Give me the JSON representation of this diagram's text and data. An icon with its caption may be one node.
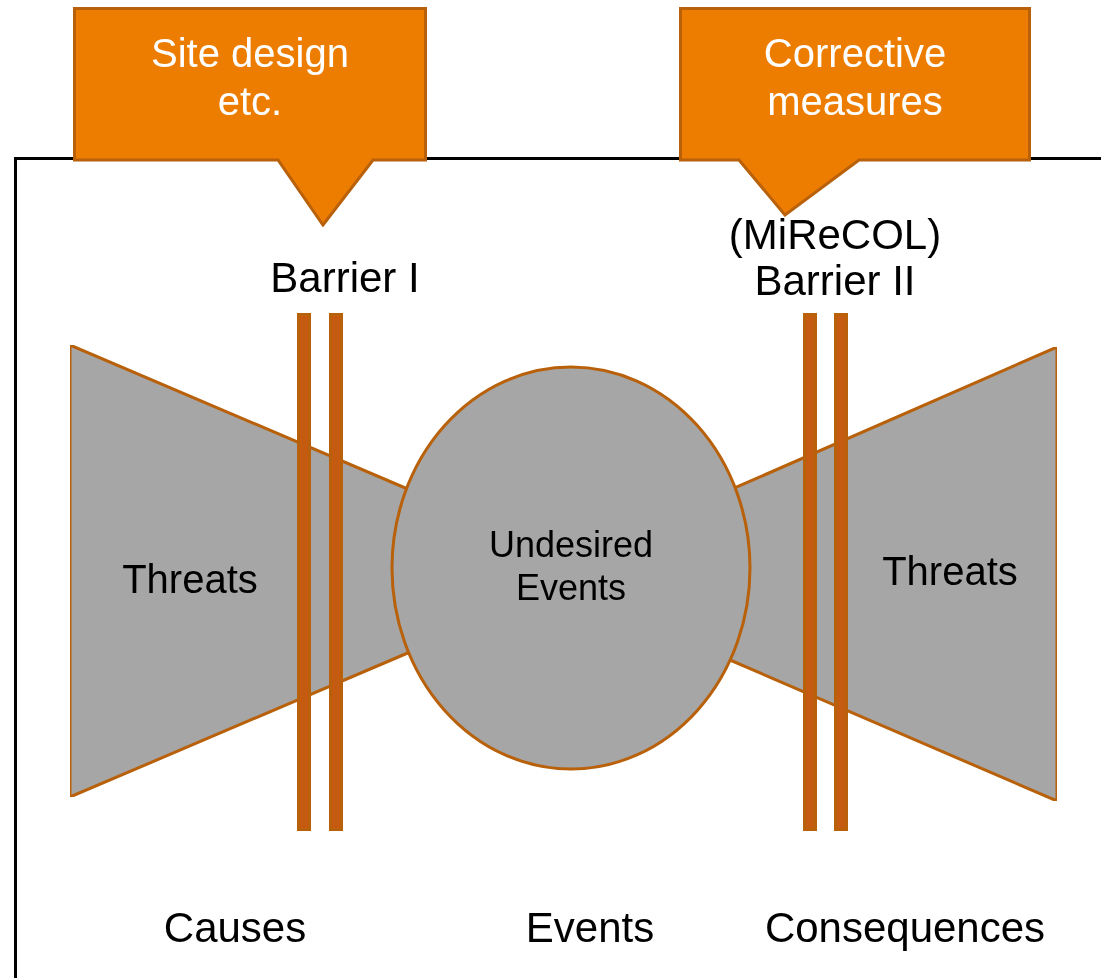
{
  "diagram": {
    "nodes": [
      {
        "text": [
          "Site design etc."
        ]
      },
      {
        "text": [
          "Corrective measures"
        ]
      },
      {
        "text": [
          "Threats"
        ]
      },
      {
        "text": [
          "Undesired Events"
        ]
      },
      {
        "text": [
          "Threats"
        ]
      },
      {
        "text": [],
        "shape": "bar"
      },
      {
        "text": [],
        "shape": "bar"
      },
      {
        "text": [],
        "shape": "bar"
      },
      {
        "text": [],
        "shape": "bar"
      }
    ],
    "labels": [
      "Barrier I",
      "(MiReCOL) Barrier II",
      "Causes",
      "Events",
      "Consequences"
    ]
  }
}
